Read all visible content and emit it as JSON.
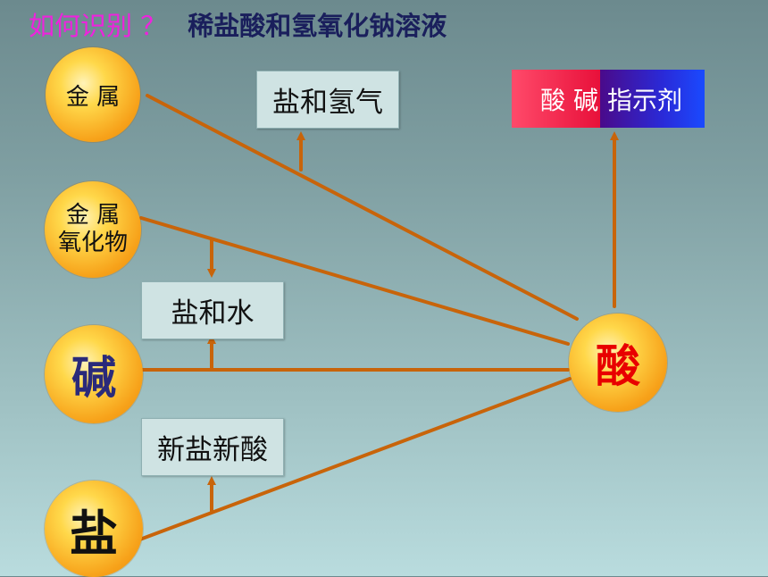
{
  "title": {
    "question": "如何识别 ？",
    "main": "稀盐酸和氢氧化钠溶液"
  },
  "nodes": {
    "metal": "金 属",
    "metal_oxide_line1": "金 属",
    "metal_oxide_line2": "氧化物",
    "base": "碱",
    "salt": "盐",
    "acid": "酸"
  },
  "boxes": {
    "salt_hydrogen": "盐和氢气",
    "salt_water": "盐和水",
    "new_salt_acid": "新盐新酸"
  },
  "indicator": {
    "acid_base": "酸 碱",
    "label": "指示剂"
  },
  "colors": {
    "link": "#c8640a",
    "title_question": "#ee22dd",
    "title_main": "#1a1f5c",
    "base_text": "#2a2a7a",
    "acid_text": "#e80000",
    "indicator_red": "#ff3c5a",
    "indicator_blue": "#2233ee"
  }
}
